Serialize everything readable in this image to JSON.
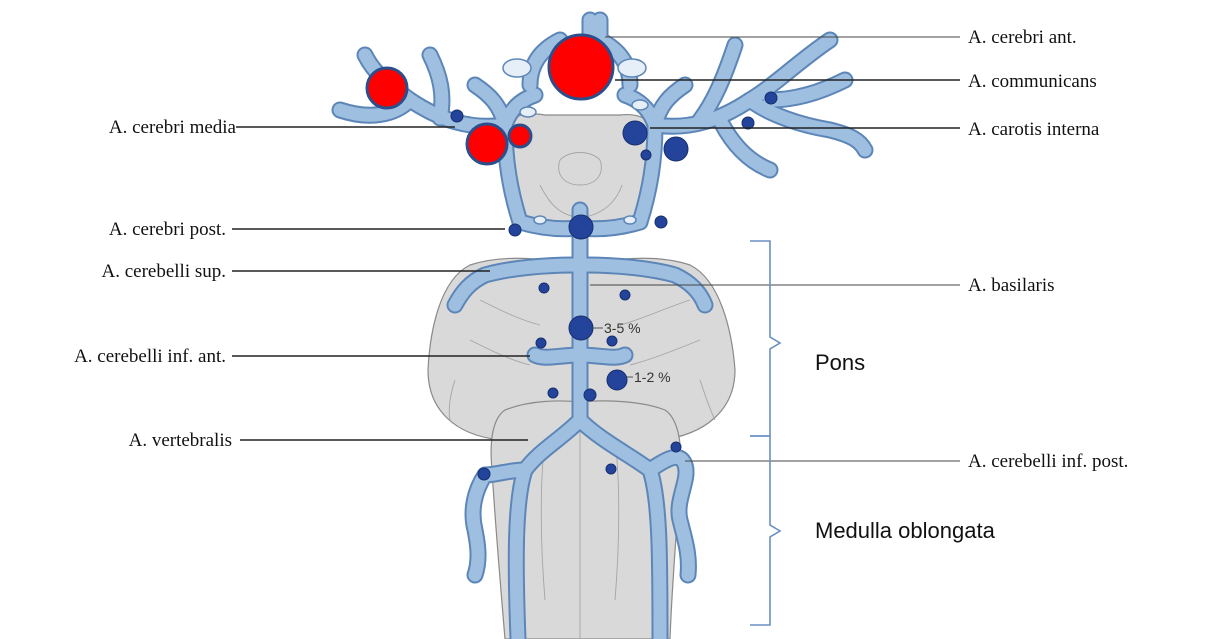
{
  "labels": {
    "cerebri_ant": "A. cerebri ant.",
    "communicans": "A. communicans",
    "carotis_interna": "A. carotis interna",
    "cerebri_media": "A. cerebri media",
    "cerebri_post": "A. cerebri post.",
    "cerebelli_sup": "A. cerebelli sup.",
    "basilaris": "A. basilaris",
    "cerebelli_inf_ant": "A. cerebelli  inf. ant.",
    "vertebralis": "A.   vertebralis",
    "cerebelli_inf_post": "A. cerebelli  inf. post."
  },
  "regions": {
    "pons": "Pons",
    "medulla": "Medulla oblongata"
  },
  "percentages": {
    "basilar_tip": "3-5 %",
    "basilar_lower": "1-2 %"
  },
  "colors": {
    "artery_fill": "#9fbfe0",
    "artery_edge": "#5d86b8",
    "tissue": "#d9d9d9",
    "aneurysm_large": "#ff0000",
    "aneurysm_small": "#23449a",
    "brace": "#6b8fc2"
  }
}
